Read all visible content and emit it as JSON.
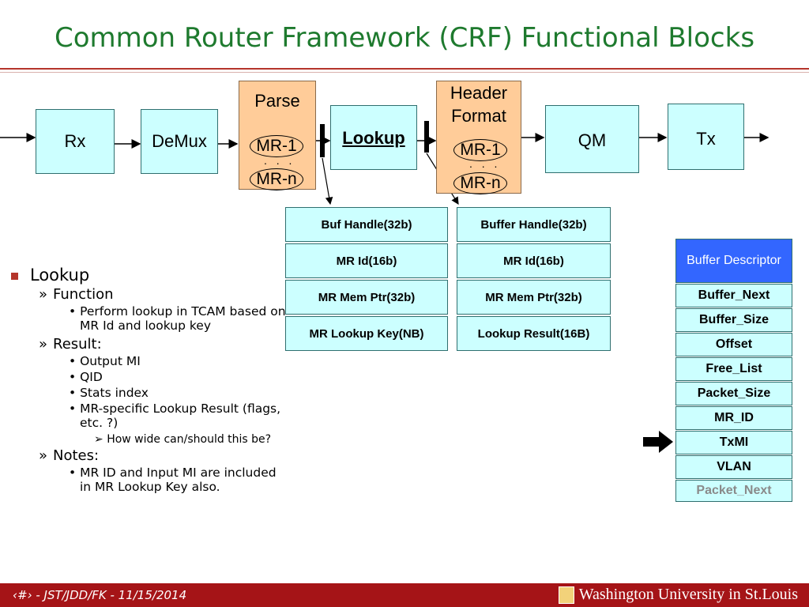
{
  "slide": {
    "title": "Common Router Framework (CRF) Functional Blocks"
  },
  "pipeline": {
    "rx": "Rx",
    "demux": "DeMux",
    "parse": {
      "label": "Parse",
      "mr1": "MR-1",
      "dots": ". . .",
      "mrn": "MR-n"
    },
    "lookup": "Lookup",
    "header_format": {
      "label_line1": "Header",
      "label_line2": "Format",
      "mr1": "MR-1",
      "dots": ". . .",
      "mrn": "MR-n"
    },
    "qm": "QM",
    "tx": "Tx"
  },
  "lookup_input": [
    "Buf Handle(32b)",
    "MR Id(16b)",
    "MR Mem Ptr(32b)",
    "MR Lookup Key(NB)"
  ],
  "lookup_output": [
    "Buffer Handle(32b)",
    "MR Id(16b)",
    "MR Mem Ptr(32b)",
    "Lookup Result(16B)"
  ],
  "buffer_descriptor": {
    "header": "Buffer Descriptor",
    "fields": [
      "Buffer_Next",
      "Buffer_Size",
      "Offset",
      "Free_List",
      "Packet_Size",
      "MR_ID",
      "TxMI",
      "VLAN",
      "Packet_Next"
    ],
    "header_color": "#3366ff",
    "dim_color": "#8a8a8a"
  },
  "bullets": {
    "lookup": "Lookup",
    "function": "Function",
    "function_items": [
      "Perform lookup in TCAM based on MR Id and lookup key"
    ],
    "result": "Result:",
    "result_items": [
      "Output MI",
      "QID",
      "Stats index",
      "MR-specific Lookup Result (flags, etc. ?)"
    ],
    "result_sub": "How wide can/should this be?",
    "notes": "Notes:",
    "notes_items": [
      "MR ID and Input MI are included in MR Lookup Key also."
    ]
  },
  "footer": {
    "text": "‹#› - JST/JDD/FK - 11/15/2014",
    "logo": "Washington University in St.Louis"
  },
  "colors": {
    "title": "#1e7a2e",
    "accent": "#b5352b",
    "footer": "#a51417",
    "cyan_box": "#ccffff",
    "peach_box": "#ffcc99"
  }
}
